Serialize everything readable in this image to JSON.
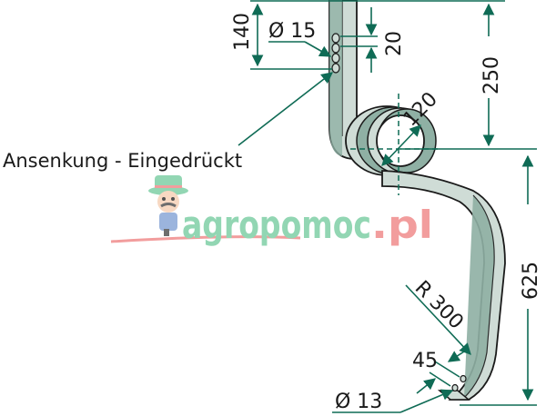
{
  "drawing": {
    "colors": {
      "dimension_line": "#0f6b55",
      "steel_light": "#cfdcd6",
      "steel_dark": "#8fb0a4",
      "outline": "#1a1a1a",
      "watermark_green": "#7fd0a6",
      "watermark_red": "#f08c8c"
    },
    "dimensions": {
      "height_top": "140",
      "hole_diameter_top": "Ø 15",
      "hole_spacing_top": "20",
      "coil_offset": "250",
      "coil_inner_diameter": "120",
      "total_height_lower": "625",
      "bend_radius": "R 300",
      "hole_spacing_bottom": "45",
      "hole_diameter_bottom": "Ø 13"
    },
    "labels": {
      "countersink_note": "Ansenkung - Eingedrückt"
    }
  },
  "watermark": {
    "brand_main": "agropomoc",
    "brand_tld": ".pl",
    "mascot": "farmer-mascot"
  }
}
